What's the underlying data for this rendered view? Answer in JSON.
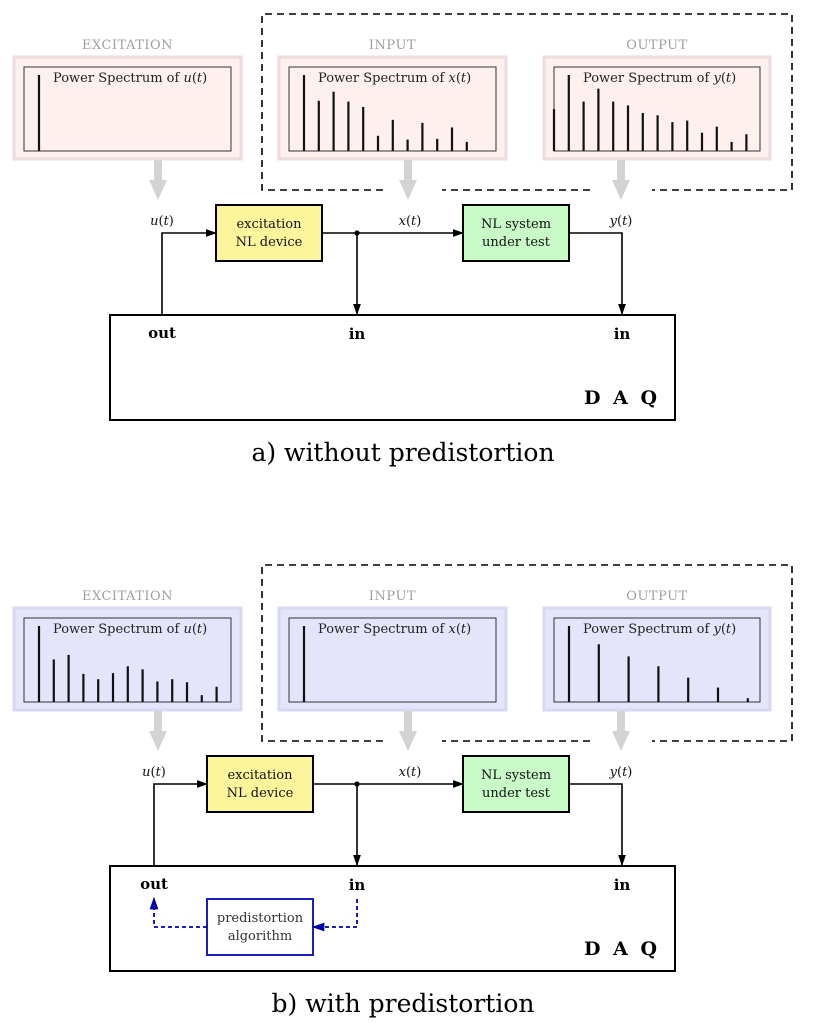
{
  "diagrams": [
    {
      "caption": "a) without predistortion",
      "sections": {
        "excitation": {
          "label": "EXCITATION",
          "title": "Power Spectrum of u(t)",
          "lines": [
            1
          ]
        },
        "input": {
          "label": "INPUT",
          "title": "Power Spectrum of x(t)",
          "lines": [
            1.0,
            0.66,
            0.78,
            0.65,
            0.58,
            0.2,
            0.41,
            0.15,
            0.37,
            0.16,
            0.31,
            0.12
          ]
        },
        "output": {
          "label": "OUTPUT",
          "title": "Power Spectrum of y(t)",
          "lines": [
            0.55,
            1.0,
            0.65,
            0.82,
            0.65,
            0.6,
            0.5,
            0.47,
            0.38,
            0.4,
            0.24,
            0.32,
            0.12,
            0.22
          ]
        }
      },
      "signals": {
        "u": "u(t)",
        "x": "x(t)",
        "y": "y(t)"
      },
      "blocks": {
        "excitation": [
          "excitation",
          "NL device"
        ],
        "system": [
          "NL system",
          "under test"
        ]
      },
      "daq": {
        "label": "D A Q",
        "out": "out",
        "in1": "in",
        "in2": "in"
      }
    },
    {
      "caption": "b) with predistortion",
      "sections": {
        "excitation": {
          "label": "EXCITATION",
          "title": "Power Spectrum of u(t)",
          "lines": [
            1.0,
            0.56,
            0.62,
            0.37,
            0.3,
            0.38,
            0.47,
            0.43,
            0.27,
            0.3,
            0.26,
            0.09,
            0.2
          ]
        },
        "input": {
          "label": "INPUT",
          "title": "Power Spectrum of x(t)",
          "lines": [
            1
          ]
        },
        "output": {
          "label": "OUTPUT",
          "title": "Power Spectrum of y(t)",
          "lines": [
            1.0,
            0.76,
            0.6,
            0.47,
            0.32,
            0.19,
            0.05
          ]
        }
      },
      "signals": {
        "u": "u(t)",
        "x": "x(t)",
        "y": "y(t)"
      },
      "blocks": {
        "excitation": [
          "excitation",
          "NL device"
        ],
        "system": [
          "NL system",
          "under test"
        ],
        "algorithm": [
          "predistortion",
          "algorithm"
        ]
      },
      "daq": {
        "label": "D A Q",
        "out": "out",
        "in1": "in",
        "in2": "in"
      }
    }
  ],
  "colors": {
    "panel_fill_a": "#fdf0ef",
    "panel_border_a": "#ecdcdb",
    "panel_fill_b": "#e4e4fb",
    "panel_border_b": "#d8d8f0",
    "gray_arrow": "#d3d3d3",
    "excitation_block": "#fcf59b",
    "system_block": "#c8fbc8",
    "algorithm_border": "#1c1cc0",
    "dashed_feedback": "#0000aa"
  }
}
